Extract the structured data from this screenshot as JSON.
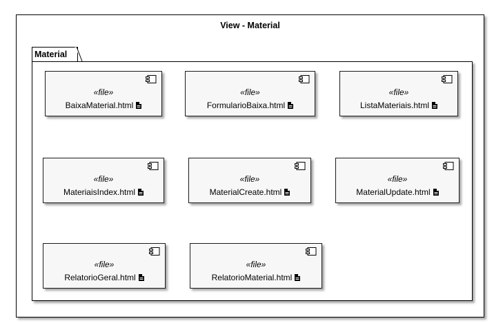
{
  "frame": {
    "title": "View - Material"
  },
  "package": {
    "name": "Material"
  },
  "components": [
    {
      "stereotype": "«file»",
      "name": "BaixaMaterial.html"
    },
    {
      "stereotype": "«file»",
      "name": "FormularioBaixa.html"
    },
    {
      "stereotype": "«file»",
      "name": "ListaMateriais.html"
    },
    {
      "stereotype": "«file»",
      "name": "MateriaisIndex.html"
    },
    {
      "stereotype": "«file»",
      "name": "MaterialCreate.html"
    },
    {
      "stereotype": "«file»",
      "name": "MaterialUpdate.html"
    },
    {
      "stereotype": "«file»",
      "name": "RelatorioGeral.html"
    },
    {
      "stereotype": "«file»",
      "name": "RelatorioMaterial.html"
    }
  ],
  "icons": {
    "component": "component-icon",
    "file": "file-icon"
  }
}
